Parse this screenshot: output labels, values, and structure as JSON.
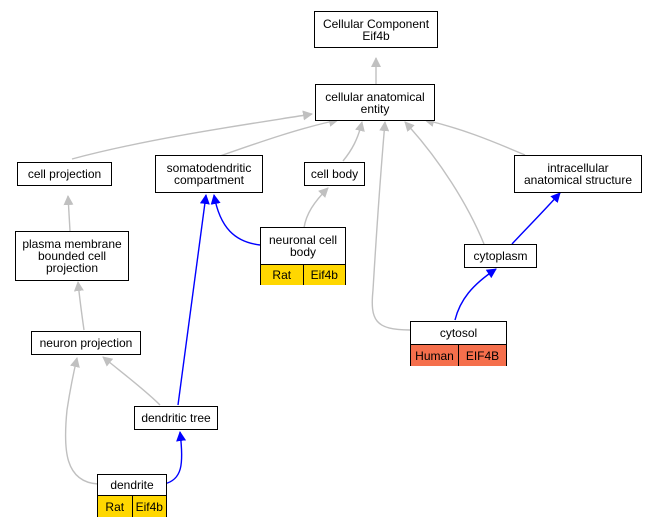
{
  "colors": {
    "is_a_edge": "#c0c0c0",
    "part_of_edge": "#0000ff",
    "rat_tag": "#ffd700",
    "human_tag": "#f56f4c"
  },
  "nodes": {
    "root": [
      "Cellular Component",
      "Eif4b"
    ],
    "cellular_anatomical_entity": [
      "cellular anatomical",
      "entity"
    ],
    "cell_projection": [
      "cell projection"
    ],
    "somatodendritic_compartment": [
      "somatodendritic",
      "compartment"
    ],
    "cell_body": [
      "cell body"
    ],
    "intracellular_anatomical_structure": [
      "intracellular",
      "anatomical structure"
    ],
    "plasma_membrane_bounded_cell_projection": [
      "plasma membrane",
      "bounded cell",
      "projection"
    ],
    "cytoplasm": [
      "cytoplasm"
    ],
    "neuron_projection": [
      "neuron projection"
    ],
    "dendritic_tree": [
      "dendritic tree"
    ]
  },
  "annotated_nodes": {
    "neuronal_cell_body": {
      "title": [
        "neuronal cell",
        "body"
      ],
      "species": "Rat",
      "gene": "Eif4b"
    },
    "cytosol": {
      "title": [
        "cytosol"
      ],
      "species": "Human",
      "gene": "EIF4B"
    },
    "dendrite": {
      "title": [
        "dendrite"
      ],
      "species": "Rat",
      "gene": "Eif4b"
    }
  }
}
